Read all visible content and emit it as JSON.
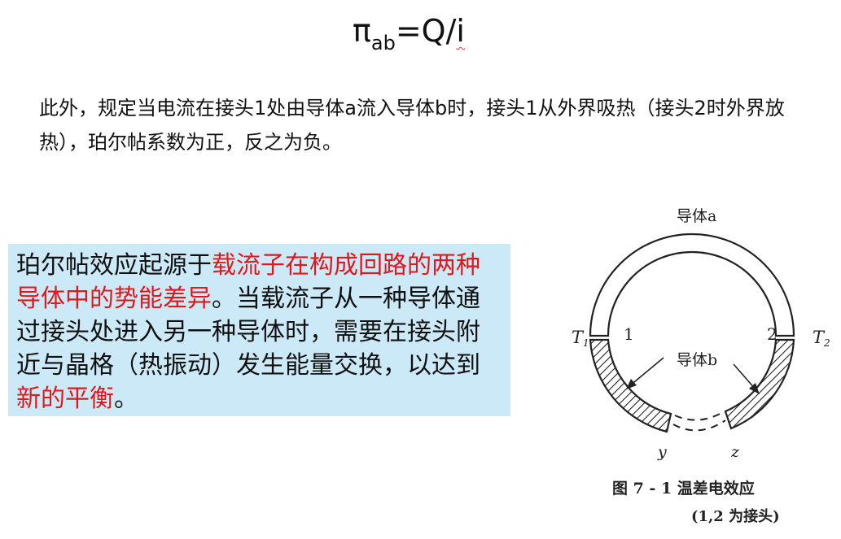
{
  "formula": {
    "pi": "π",
    "sub": "ab",
    "eq": "=Q/",
    "i": "i"
  },
  "paragraph": "此外，规定当电流在接头1处由导体a流入导体b时，接头1从外界吸热（接头2时外界放热），珀尔帖系数为正，反之为负。",
  "callout": {
    "part1": "珀尔帖效应起源于",
    "hl1": "载流子在构成回路的两种导体中的势能差异",
    "part2": "。当载流子从一种导体通过接头处进入另一种导体时，需要在接头附近与晶格（热振动）发生能量交换，以达到",
    "hl2": "新的平衡",
    "part3": "。",
    "bg_color": "#cce9f7",
    "highlight_color": "#e0181b"
  },
  "figure": {
    "label_top": "导体a",
    "label_mid": "导体b",
    "t1": "T",
    "t1_sub": "1",
    "t2": "T",
    "t2_sub": "2",
    "junction1": "1",
    "junction2": "2",
    "y": "y",
    "z": "z",
    "caption_line1": "图 7 - 1   温差电效应",
    "caption_line2": "(1,2 为接头)"
  }
}
